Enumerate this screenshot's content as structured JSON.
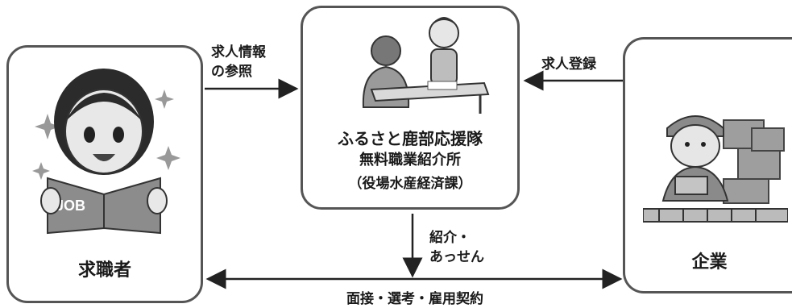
{
  "seeker": {
    "label": "求職者",
    "book_text": "JOB"
  },
  "center": {
    "line1": "ふるさと鹿部応援隊",
    "line2": "無料職業紹介所",
    "line3": "（役場水産経済課）"
  },
  "company": {
    "label": "企業"
  },
  "arrows": {
    "reference": [
      "求人情報",
      "の参照"
    ],
    "registration": "求人登録",
    "introduction": [
      "紹介・",
      "あっせん"
    ],
    "interview": "面接・選考・雇用契約"
  }
}
